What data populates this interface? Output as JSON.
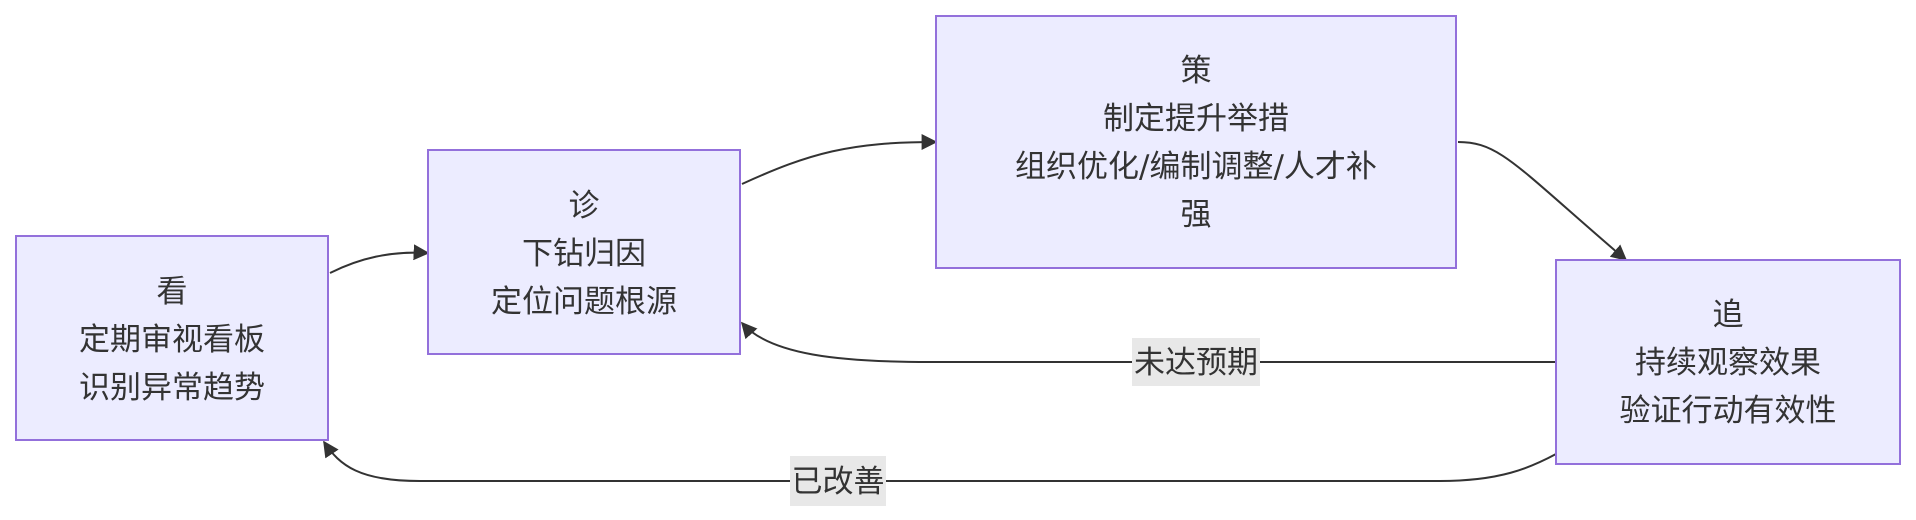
{
  "nodes": [
    {
      "id": "kan",
      "lines": [
        "看",
        "定期审视看板",
        "识别异常趋势"
      ]
    },
    {
      "id": "zhen",
      "lines": [
        "诊",
        "下钻归因",
        "定位问题根源"
      ]
    },
    {
      "id": "ce",
      "lines": [
        "策",
        "制定提升举措",
        "组织优化/编制调整/人才补",
        "强"
      ]
    },
    {
      "id": "zhui",
      "lines": [
        "追",
        "持续观察效果",
        "验证行动有效性"
      ]
    }
  ],
  "edges": [
    {
      "from": "kan",
      "to": "zhen",
      "label": ""
    },
    {
      "from": "zhen",
      "to": "ce",
      "label": ""
    },
    {
      "from": "ce",
      "to": "zhui",
      "label": ""
    },
    {
      "from": "zhui",
      "to": "zhen",
      "label": "未达预期"
    },
    {
      "from": "zhui",
      "to": "kan",
      "label": "已改善"
    }
  ],
  "colors": {
    "node_fill": "#ececff",
    "node_stroke": "#9370db",
    "text": "#333333",
    "edge": "#333333",
    "edge_label_bg": "#e8e8e8"
  }
}
